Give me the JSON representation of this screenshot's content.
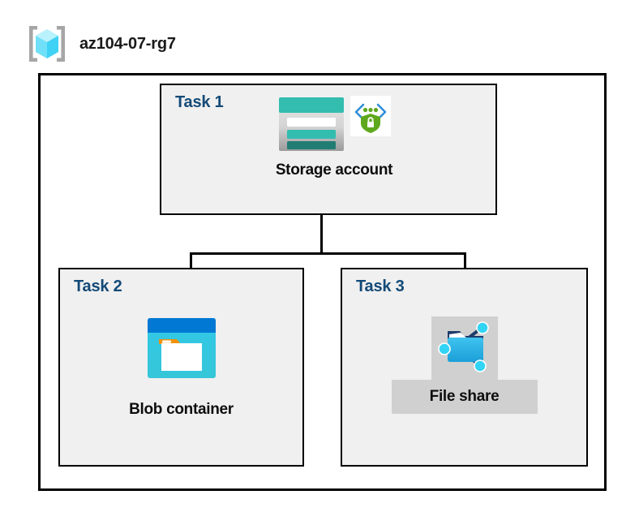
{
  "diagram": {
    "resource_group": {
      "name": "az104-07-rg7",
      "icon": "resource-group-cube-icon"
    },
    "tasks": [
      {
        "id": "task-1",
        "label": "Task 1",
        "node_caption": "Storage account",
        "icons": [
          "storage-account-icon",
          "secure-transfer-shield-icon"
        ]
      },
      {
        "id": "task-2",
        "label": "Task 2",
        "node_caption": "Blob container",
        "icons": [
          "blob-container-icon"
        ]
      },
      {
        "id": "task-3",
        "label": "Task 3",
        "node_caption": "File share",
        "icons": [
          "file-share-icon"
        ]
      }
    ],
    "connectors": [
      {
        "from": "task-1",
        "to": "task-2"
      },
      {
        "from": "task-1",
        "to": "task-3"
      }
    ]
  },
  "colors": {
    "boundary_stroke": "#000000",
    "task_fill": "#f0f0f0",
    "task_label": "#134a77",
    "caption": "#0d0d0d",
    "plate_fill": "#d0d0d0",
    "azure_blue": "#0078d4",
    "storage_teal": "#32bdaf",
    "storage_teal_dark": "#217d73",
    "shield_green": "#5fa81d",
    "blob_cyan": "#32c8e8",
    "accent_orange": "#f2920c",
    "cube_cyan": "#50e6ff"
  }
}
